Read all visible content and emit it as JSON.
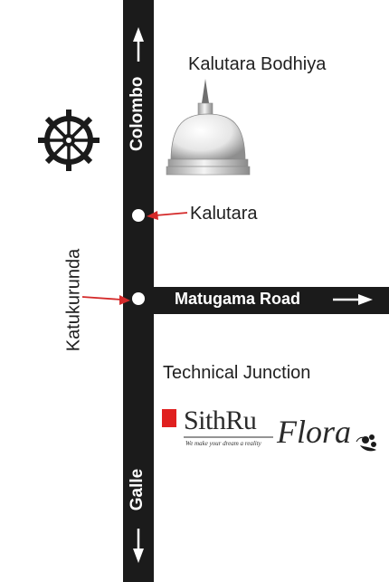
{
  "map": {
    "roads": {
      "north_label": "Colombo",
      "south_label": "Galle",
      "east_label": "Matugama Road"
    },
    "places": {
      "bodhiya": "Kalutara Bodhiya",
      "town": "Kalutara",
      "junction_village": "Katukurunda",
      "junction": "Technical Junction"
    },
    "icons": [
      "dharma-wheel-icon",
      "stupa-icon",
      "red-arrow-icon",
      "white-arrow-icon"
    ],
    "colors": {
      "road": "#1b1b1b",
      "arrow": "#d42a2a",
      "logo_accent": "#e0201f"
    }
  },
  "logo": {
    "main": "SithRu",
    "tagline": "We make your dream a reality",
    "script": "Flora"
  }
}
